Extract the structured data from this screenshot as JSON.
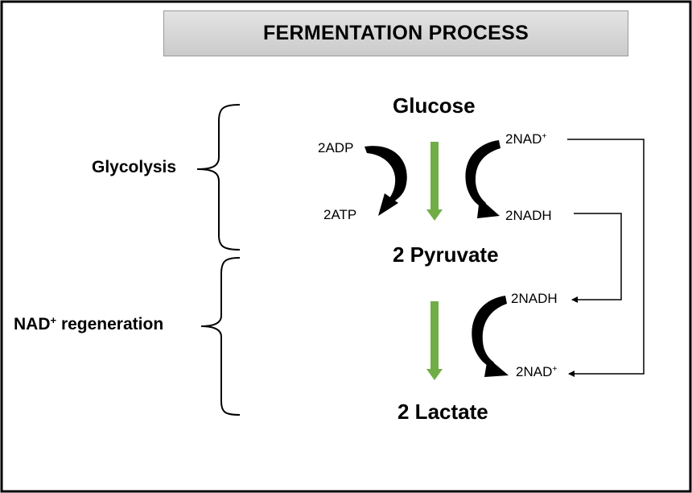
{
  "title": "FERMENTATION PROCESS",
  "phases": {
    "glycolysis": "Glycolysis",
    "regeneration": {
      "main": "NAD",
      "sup": "+",
      "rest": " regeneration"
    }
  },
  "molecules": {
    "glucose": "Glucose",
    "pyruvate": "2 Pyruvate",
    "lactate": "2 Lactate"
  },
  "cofactors": {
    "adp": "2ADP",
    "atp": "2ATP",
    "nad_top": {
      "main": "2NAD",
      "sup": "+"
    },
    "nadh_top": "2NADH",
    "nadh_bottom": "2NADH",
    "nad_bottom": {
      "main": "2NAD",
      "sup": "+"
    }
  },
  "colors": {
    "main_arrow": "#70ad47",
    "curved_arrow": "#000000",
    "title_box": "#d9d9d9"
  }
}
